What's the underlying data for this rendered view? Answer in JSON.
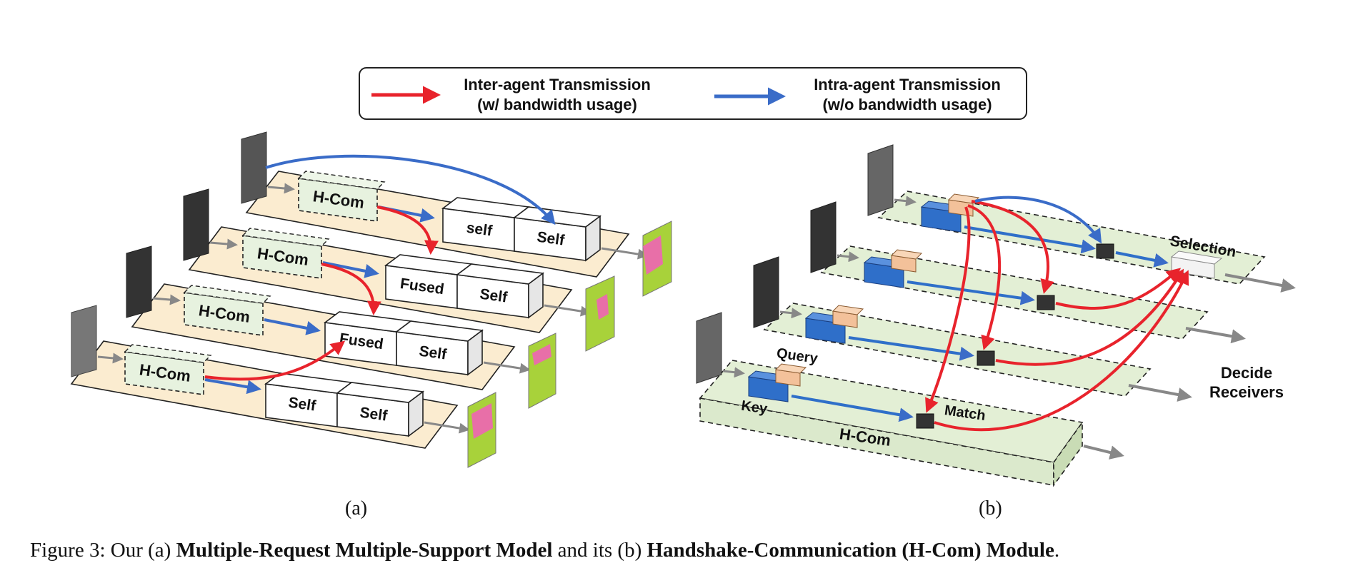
{
  "legend": {
    "inter_label_1": "Inter-agent Transmission",
    "inter_label_2": "(w/ bandwidth usage)",
    "intra_label_1": "Intra-agent Transmission",
    "intra_label_2": "(w/o bandwidth usage)",
    "inter_color": "#e8232c",
    "intra_color": "#3a6cc8"
  },
  "panel_a": {
    "label": "(a)",
    "rows": [
      {
        "module": "H-Com",
        "box1": "self",
        "box2": "Self"
      },
      {
        "module": "H-Com",
        "box1": "Fused",
        "box2": "Self"
      },
      {
        "module": "H-Com",
        "box1": "Fused",
        "box2": "Self"
      },
      {
        "module": "H-Com",
        "box1": "Self",
        "box2": "Self"
      }
    ]
  },
  "panel_b": {
    "label": "(b)",
    "query": "Query",
    "key": "Key",
    "match": "Match",
    "hcom": "H-Com",
    "selection": "Selection",
    "decide_1": "Decide",
    "decide_2": "Receivers"
  },
  "caption": {
    "prefix": "Figure 3: Our (a) ",
    "bold1": "Multiple-Request Multiple-Support Model",
    "middle": " and its (b) ",
    "bold2": "Handshake-Communication (H-Com) Module",
    "suffix": "."
  },
  "colors": {
    "plate_a": "#fbecd0",
    "plate_b": "#e3efd5",
    "key_blue": "#2f6fc9",
    "query_peach": "#f3c19a",
    "match_dark": "#333333",
    "arrow_gray": "#888888"
  }
}
